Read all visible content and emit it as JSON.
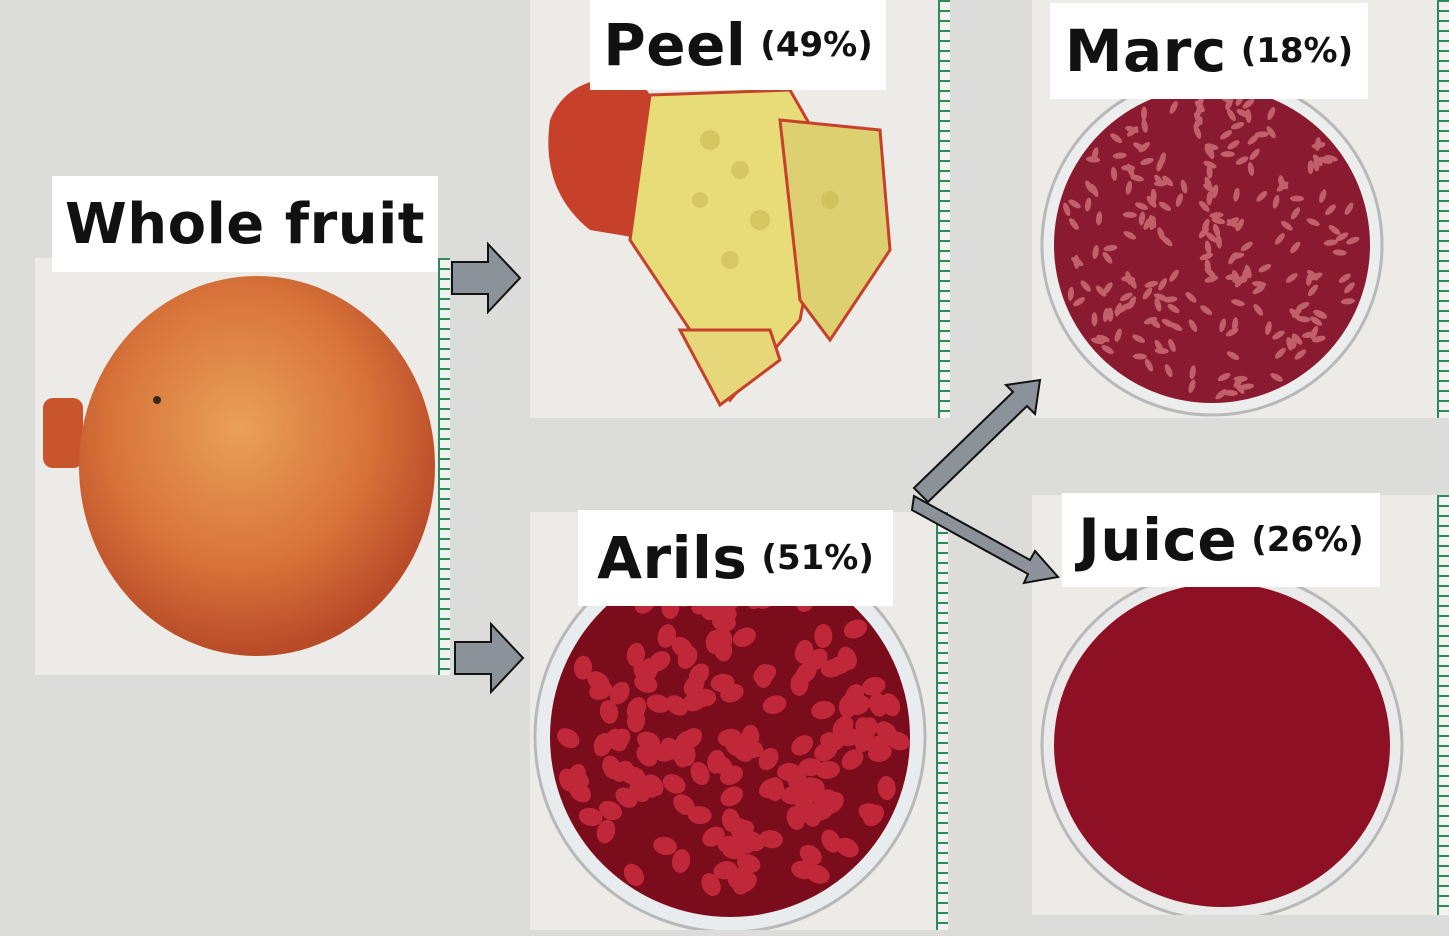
{
  "nodes": {
    "whole": {
      "name": "Whole fruit",
      "percent": ""
    },
    "peel": {
      "name": "Peel",
      "percent": "(49%)"
    },
    "arils": {
      "name": "Arils",
      "percent": "(51%)"
    },
    "marc": {
      "name": "Marc",
      "percent": "(18%)"
    },
    "juice": {
      "name": "Juice",
      "percent": "(26%)"
    }
  },
  "colors": {
    "background": "#dcdcda",
    "arrow_fill": "#8c9299",
    "ruler_green": "#2e8b57",
    "fruit_orange": "#d8743a",
    "aril_red": "#9e1226",
    "juice_red": "#8d1024",
    "marc_red": "#8a1a30",
    "peel_yellow": "#e8dc78"
  },
  "icons": [
    "arrow-right-icon",
    "arrow-right-icon",
    "arrow-up-right-icon",
    "arrow-down-right-icon"
  ]
}
